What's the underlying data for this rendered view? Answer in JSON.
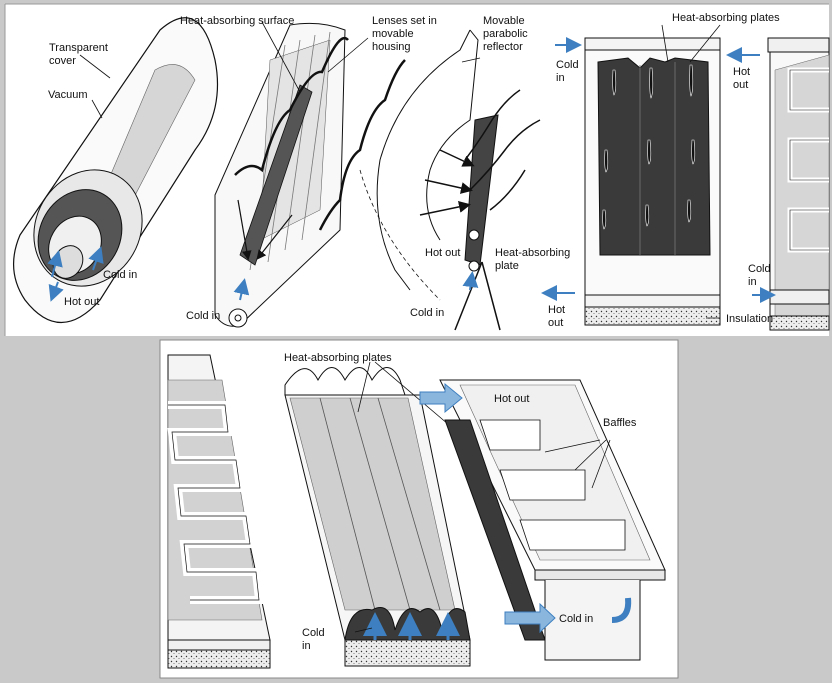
{
  "top_panel": {
    "evacuated_tube": {
      "transparent_cover_line1": "Transparent",
      "transparent_cover_line2": "cover",
      "vacuum": "Vacuum",
      "cold_in": "Cold in",
      "hot_out": "Hot out"
    },
    "lens_collector": {
      "heat_absorbing_surface": "Heat-absorbing surface",
      "lenses_line1": "Lenses set in",
      "lenses_line2": "movable",
      "lenses_line3": "housing",
      "cold_in": "Cold in"
    },
    "parabolic_collector": {
      "reflector_line1": "Movable",
      "reflector_line2": "parabolic",
      "reflector_line3": "reflector",
      "hot_out": "Hot out",
      "plate_line1": "Heat-absorbing",
      "plate_line2": "plate",
      "cold_in": "Cold in"
    },
    "flat_plate_collector": {
      "heat_absorbing_plates": "Heat-absorbing plates",
      "cold_in_top_line1": "Cold",
      "cold_in_top_line2": "in",
      "hot_out_right_line1": "Hot",
      "hot_out_right_line2": "out",
      "cold_in_right_line1": "Cold",
      "cold_in_right_line2": "in",
      "hot_out_bottom_line1": "Hot",
      "hot_out_bottom_line2": "out",
      "insulation": "Insulation"
    }
  },
  "bottom_panel": {
    "heat_absorbing_plates": "Heat-absorbing plates",
    "hot_out": "Hot out",
    "baffles": "Baffles",
    "cold_in_left_line1": "Cold",
    "cold_in_left_line2": "in",
    "cold_in_right": "Cold in"
  },
  "colors": {
    "background": "#c9c9c9",
    "panel": "#ffffff",
    "arrow_blue": "#3d7fc0",
    "plate_dark": "#3a3a3a",
    "plate_light": "#d8d8d8"
  }
}
